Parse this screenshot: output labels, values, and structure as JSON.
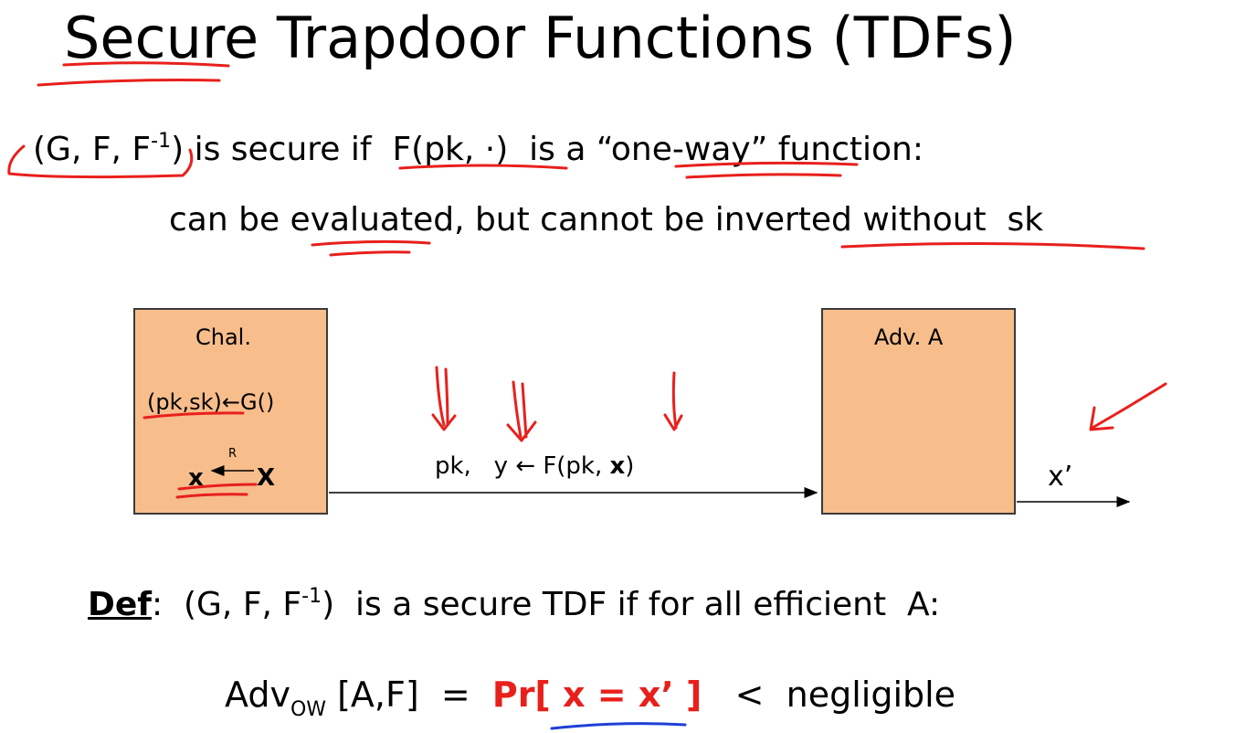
{
  "slide": {
    "title": "Secure Trapdoor Functions (TDFs)",
    "intro": {
      "tuple": "(G, F, F",
      "tuple_sup": "-1",
      "tuple_close": ")",
      "text_a": " is secure if  ",
      "func": "F(pk, ·)",
      "text_b": "  is a ",
      "quoted": "“one-way”",
      "text_c": " function:"
    },
    "explanation": "can be evaluated, but cannot be inverted without  sk"
  },
  "diagram": {
    "challenger": {
      "title": "Chal.",
      "keygen": "(pk,sk)←G()",
      "sample_x": "x",
      "sample_arrow_label": "R",
      "sample_X": "X"
    },
    "adversary": {
      "title": "Adv. A"
    },
    "message": {
      "prefix": "pk,   y ← F(pk, ",
      "x": "x",
      "suffix": ")"
    },
    "output": "x’"
  },
  "definition": {
    "label": "Def",
    "colon": ":  ",
    "tuple": "(G, F, F",
    "tuple_sup": "-1",
    "text": ")  is a secure TDF if for all efficient  A:"
  },
  "advantage": {
    "adv": "Adv",
    "subscript": "OW",
    "args": " [A,F]  =  ",
    "prob": "Pr[ x = x’ ]",
    "rest": "   <  negligible"
  },
  "colors": {
    "box_fill": "#f7bd8b",
    "annotation_red": "#e8201c",
    "annotation_blue": "#1f3fd6"
  }
}
